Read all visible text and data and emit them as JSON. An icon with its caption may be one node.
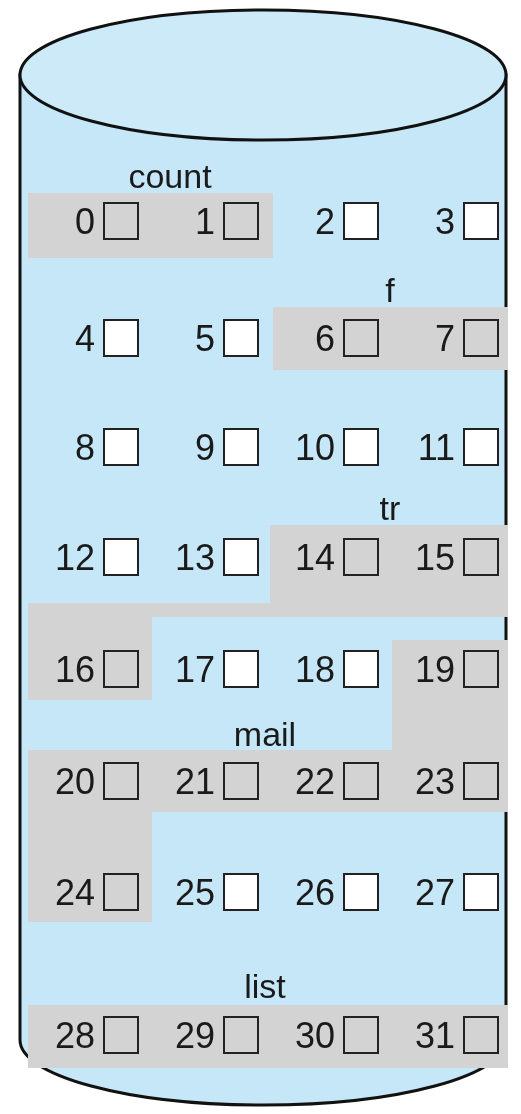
{
  "diagram": {
    "nodes": [
      {
        "text": [],
        "shape": "cylinder"
      },
      {
        "text": [
          "count"
        ],
        "in": 0
      },
      {
        "text": [
          "0"
        ],
        "in": 1
      },
      {
        "text": [
          "1"
        ],
        "in": 1
      },
      {
        "text": [
          "2"
        ],
        "in": 0
      },
      {
        "text": [
          "3"
        ],
        "in": 0
      },
      {
        "text": [
          "4"
        ],
        "in": 0
      },
      {
        "text": [
          "5"
        ],
        "in": 0
      },
      {
        "text": [
          "f"
        ],
        "in": 0
      },
      {
        "text": [
          "6"
        ],
        "in": 8
      },
      {
        "text": [
          "7"
        ],
        "in": 8
      },
      {
        "text": [
          "8"
        ],
        "in": 0
      },
      {
        "text": [
          "9"
        ],
        "in": 0
      },
      {
        "text": [
          "10"
        ],
        "in": 0
      },
      {
        "text": [
          "11"
        ],
        "in": 0
      },
      {
        "text": [
          "12"
        ],
        "in": 0
      },
      {
        "text": [
          "13"
        ],
        "in": 0
      },
      {
        "text": [
          "tr"
        ],
        "in": 0
      },
      {
        "text": [
          "14"
        ],
        "in": 17
      },
      {
        "text": [
          "15"
        ],
        "in": 17
      },
      {
        "text": [
          "16"
        ],
        "in": 17
      },
      {
        "text": [
          "17"
        ],
        "in": 0
      },
      {
        "text": [
          "18"
        ],
        "in": 0
      },
      {
        "text": [
          "mail"
        ],
        "in": 0
      },
      {
        "text": [
          "19"
        ],
        "in": 23
      },
      {
        "text": [
          "20"
        ],
        "in": 23
      },
      {
        "text": [
          "21"
        ],
        "in": 23
      },
      {
        "text": [
          "22"
        ],
        "in": 23
      },
      {
        "text": [
          "23"
        ],
        "in": 23
      },
      {
        "text": [
          "24"
        ],
        "in": 23
      },
      {
        "text": [
          "25"
        ],
        "in": 0
      },
      {
        "text": [
          "26"
        ],
        "in": 0
      },
      {
        "text": [
          "27"
        ],
        "in": 0
      },
      {
        "text": [
          "list"
        ],
        "in": 0
      },
      {
        "text": [
          "28"
        ],
        "in": 33
      },
      {
        "text": [
          "29"
        ],
        "in": 33
      },
      {
        "text": [
          "30"
        ],
        "in": 33
      },
      {
        "text": [
          "31"
        ],
        "in": 33
      }
    ]
  }
}
